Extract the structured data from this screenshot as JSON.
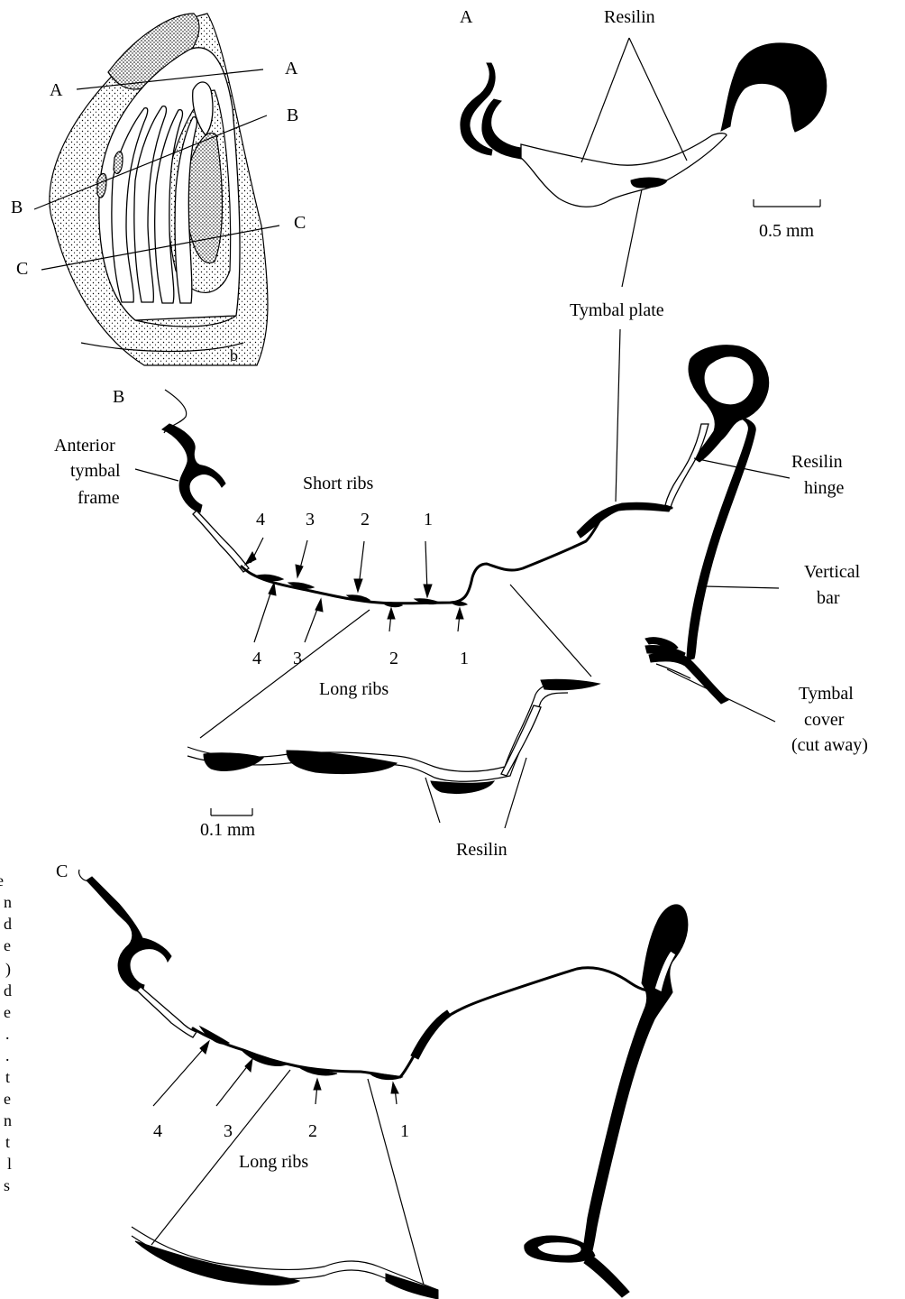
{
  "overview": {
    "section_markers": {
      "a_left": "A",
      "a_right": "A",
      "b_left": "B",
      "b_right": "B",
      "c_left": "C",
      "c_right": "C"
    }
  },
  "panel_a": {
    "panel_label": "A",
    "resilin_label": "Resilin",
    "tymbal_plate_label": "Tymbal plate",
    "scale_label": "0.5 mm"
  },
  "panel_b": {
    "panel_label": "B",
    "anterior_frame_label": [
      "Anterior",
      "tymbal",
      "frame"
    ],
    "short_ribs_label": "Short ribs",
    "short_rib_numbers": [
      "4",
      "3",
      "2",
      "1"
    ],
    "long_rib_numbers": [
      "4",
      "3",
      "2",
      "1"
    ],
    "long_ribs_label": "Long ribs",
    "resilin_hinge_label": [
      "Resilin",
      "hinge"
    ],
    "vertical_bar_label": [
      "Vertical",
      "bar"
    ],
    "tymbal_cover_label": [
      "Tymbal",
      "cover",
      "(cut away)"
    ],
    "scale_label": "0.1 mm",
    "resilin_label": "Resilin"
  },
  "panel_c": {
    "panel_label": "C",
    "long_rib_numbers": [
      "4",
      "3",
      "2",
      "1"
    ],
    "long_ribs_label": "Long ribs"
  },
  "caption_fragment": [
    "e",
    "n",
    "d",
    "e",
    ")",
    "d",
    "e",
    ".",
    ".",
    "t",
    "e",
    "n",
    "t",
    "l",
    "s"
  ]
}
